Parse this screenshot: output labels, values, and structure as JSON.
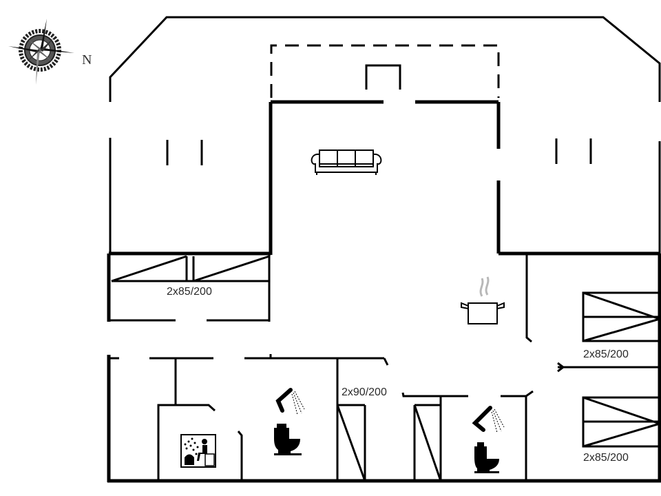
{
  "compass": {
    "direction_label": "N"
  },
  "colors": {
    "wall": "#000000",
    "background": "#ffffff",
    "text": "#2a2a2a",
    "steam": "#b8b8b8"
  },
  "rooms": {
    "bedroom_west": {
      "bed_label": "2x85/200"
    },
    "bedroom_east_upper": {
      "bed_label": "2x85/200"
    },
    "bedroom_east_lower": {
      "bed_label": "2x85/200"
    },
    "bedroom_center": {
      "bed_label": "2x90/200"
    }
  },
  "icons": [
    "compass-rose-icon",
    "sofa-icon",
    "cooking-pot-icon",
    "sauna-icon",
    "shower-icon",
    "toilet-icon"
  ]
}
